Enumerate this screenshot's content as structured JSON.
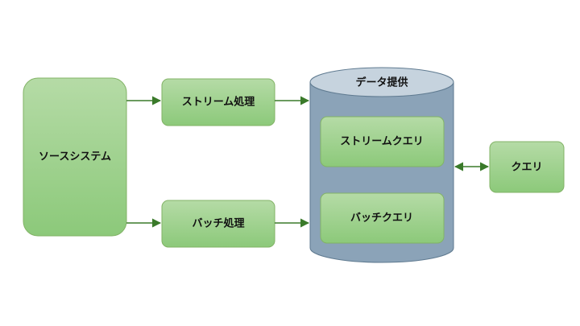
{
  "diagram": {
    "nodes": {
      "source_system": "ソースシステム",
      "stream_processing": "ストリーム処理",
      "batch_processing": "バッチ処理",
      "data_serving": "データ提供",
      "stream_query": "ストリームクエリ",
      "batch_query": "バッチクエリ",
      "query": "クエリ"
    },
    "edges": [
      {
        "from": "source_system",
        "to": "stream_processing",
        "direction": "forward"
      },
      {
        "from": "source_system",
        "to": "batch_processing",
        "direction": "forward"
      },
      {
        "from": "stream_processing",
        "to": "data_serving",
        "direction": "forward"
      },
      {
        "from": "batch_processing",
        "to": "data_serving",
        "direction": "forward"
      },
      {
        "from": "data_serving",
        "to": "query",
        "direction": "bidirectional"
      }
    ],
    "colors": {
      "box_fill_top": "#b5dba6",
      "box_fill_bottom": "#8cc97a",
      "box_stroke": "#82b366",
      "cylinder_body": "#8ba3b8",
      "cylinder_top": "#c6d3de",
      "cylinder_stroke": "#5f7a90",
      "arrow": "#3a7a2a"
    }
  }
}
